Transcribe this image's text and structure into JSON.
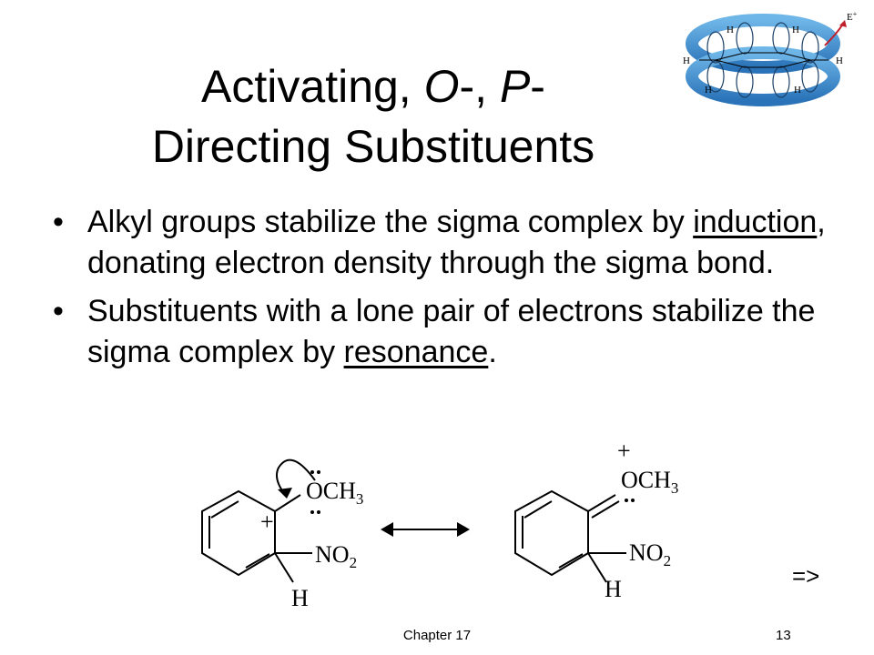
{
  "slide": {
    "title_prefix": "Activating, ",
    "title_o": "O",
    "title_sep": "-, ",
    "title_p": "P",
    "title_suffix": "-",
    "title_line2": "Directing Substituents"
  },
  "bullets": [
    {
      "pre": "Alkyl groups stabilize the sigma complex by ",
      "term": "induction",
      "post": ", donating electron density through the sigma bond."
    },
    {
      "pre": "Substituents with a lone pair of electrons stabilize the sigma complex by ",
      "term": "resonance",
      "post": "."
    }
  ],
  "orbital_figure": {
    "h_label": "H",
    "electrophile": "E",
    "electrophile_charge": "+",
    "ring_color": "#3b8fd0"
  },
  "reaction": {
    "left": {
      "plus": "+",
      "substituent_top_main": "OCH",
      "substituent_top_sub": "3",
      "substituent_side_main": "NO",
      "substituent_side_sub": "2",
      "h": "H"
    },
    "right": {
      "plus": "+",
      "substituent_top_main": "OCH",
      "substituent_top_sub": "3",
      "substituent_side_main": "NO",
      "substituent_side_sub": "2",
      "h": "H"
    }
  },
  "nav": {
    "next": "=>"
  },
  "footer": {
    "chapter": "Chapter 17",
    "page": "13"
  }
}
